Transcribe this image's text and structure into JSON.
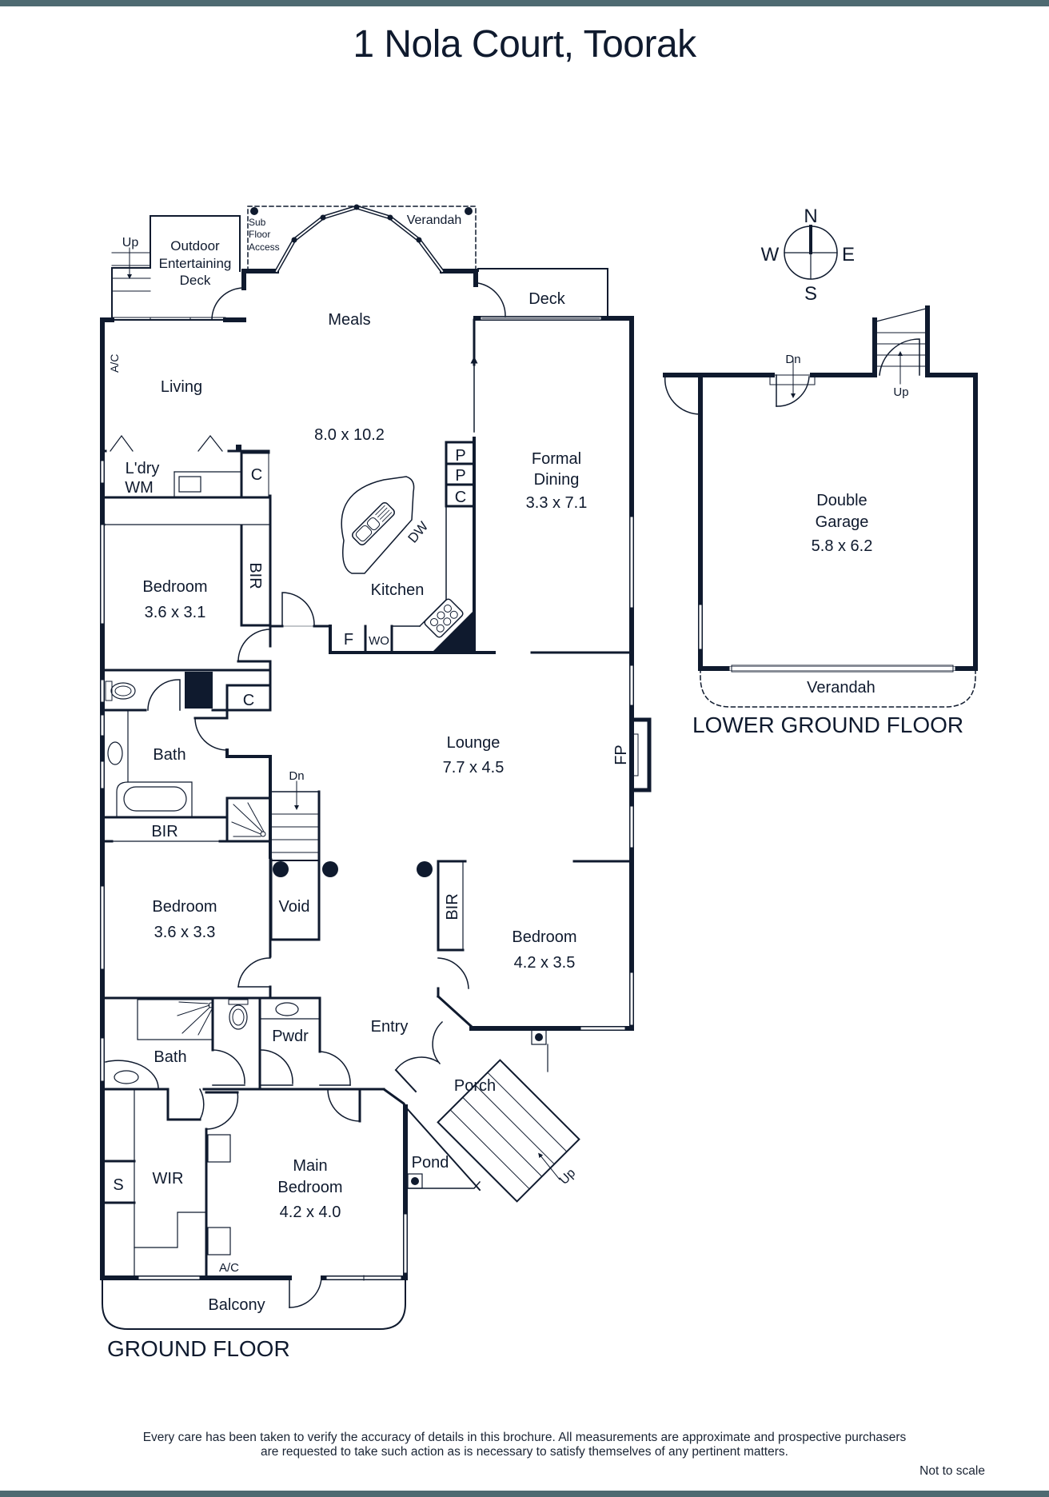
{
  "header": {
    "title": "1 Nola Court, Toorak"
  },
  "colors": {
    "bar": "#4e6a71",
    "ink": "#0f1a2e",
    "background": "#ffffff"
  },
  "compass": {
    "n": "N",
    "e": "E",
    "s": "S",
    "w": "W"
  },
  "ground_floor": {
    "label": "GROUND FLOOR",
    "rooms": {
      "outdoor_deck": {
        "line1": "Outdoor",
        "line2": "Entertaining",
        "line3": "Deck"
      },
      "stairs_up": "Up",
      "sub_floor": {
        "line1": "Sub",
        "line2": "Floor",
        "line3": "Access"
      },
      "verandah": "Verandah",
      "meals": "Meals",
      "deck": "Deck",
      "ac_living": "A/C",
      "living": "Living",
      "living_meals_kitchen_size": "8.0 x 10.2",
      "laundry": {
        "line1": "L'dry",
        "line2": "WM"
      },
      "laundry_cupboard": "C",
      "pantry1": "P",
      "pantry2": "P",
      "pantry_cupboard": "C",
      "dishwasher": "DW",
      "kitchen": "Kitchen",
      "fridge": "F",
      "wall_oven": "WO",
      "formal_dining": {
        "line1": "Formal",
        "line2": "Dining",
        "size": "3.3 x 7.1"
      },
      "bedroom1": {
        "name": "Bedroom",
        "size": "3.6 x 3.1",
        "bir": "BIR"
      },
      "hall_cupboard": "C",
      "bath1": "Bath",
      "bir_hall": "BIR",
      "stairs_down": "Dn",
      "lounge": {
        "name": "Lounge",
        "size": "7.7 x 4.5"
      },
      "fireplace": "FP",
      "bedroom2": {
        "name": "Bedroom",
        "size": "3.6 x 3.3"
      },
      "void": "Void",
      "bedroom3": {
        "name": "Bedroom",
        "size": "4.2 x 3.5",
        "bir": "BIR"
      },
      "entry": "Entry",
      "bath2": "Bath",
      "powder": "Pwdr",
      "porch": "Porch",
      "porch_stairs": "Up",
      "pond": "Pond",
      "wir": "WIR",
      "storage": "S",
      "main_bedroom": {
        "line1": "Main",
        "line2": "Bedroom",
        "size": "4.2 x 4.0"
      },
      "ac_main": "A/C",
      "balcony": "Balcony"
    }
  },
  "lower_ground_floor": {
    "label": "LOWER GROUND FLOOR",
    "rooms": {
      "stairs_down": "Dn",
      "stairs_up": "Up",
      "garage": {
        "line1": "Double",
        "line2": "Garage",
        "size": "5.8 x 6.2"
      },
      "verandah": "Verandah"
    }
  },
  "footer": {
    "disclaimer_line1": "Every care has been taken to verify the accuracy of details in this brochure.  All measurements are approximate and prospective purchasers",
    "disclaimer_line2": "are requested to take such action as is necessary to satisfy themselves of any pertinent matters.",
    "not_to_scale": "Not to scale"
  }
}
